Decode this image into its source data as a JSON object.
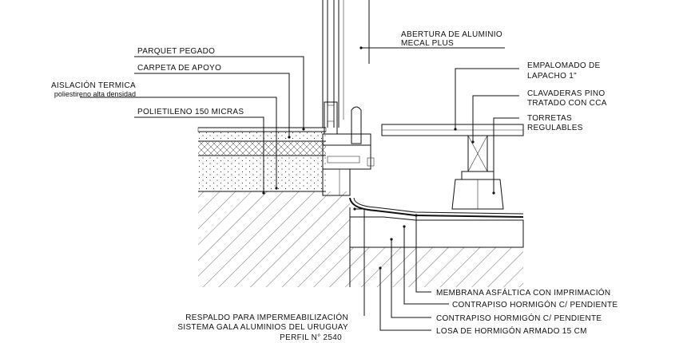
{
  "labels": {
    "parquet": "PARQUET PEGADO",
    "carpeta": "CARPETA DE APOYO",
    "aislacion_1": "AISLACIÓN TERMICA",
    "aislacion_2": "poliestireno alta densidad",
    "polietileno": "POLIETILENO 150 MICRAS",
    "abertura_1": "ABERTURA DE ALUMINIO",
    "abertura_2": "MECAL PLUS",
    "empalomado_1": "EMPALOMADO DE",
    "empalomado_2": "LAPACHO 1\"",
    "clavaderas_1": "CLAVADERAS PINO",
    "clavaderas_2": "TRATADO CON CCA",
    "torretas_1": "TORRETAS",
    "torretas_2": "REGULABLES",
    "respaldo_1": "RESPALDO PARA IMPERMEABILIZACIÓN",
    "respaldo_2": "SISTEMA GALA ALUMINIOS DEL URUGUAY",
    "respaldo_3": "PERFIL N° 2540",
    "membrana": "MEMBRANA ASFÁLTICA CON IMPRIMACIÓN",
    "contrapiso_1": "CONTRAPISO HORMIGÓN C/ PENDIENTE",
    "contrapiso_2": "CONTRAPISO HORMIGÓN C/ PENDIENTE",
    "losa": "LOSA DE HORMIGÓN ARMADO 15 CM"
  },
  "colors": {
    "ink": "#111111",
    "background": "#ffffff"
  }
}
